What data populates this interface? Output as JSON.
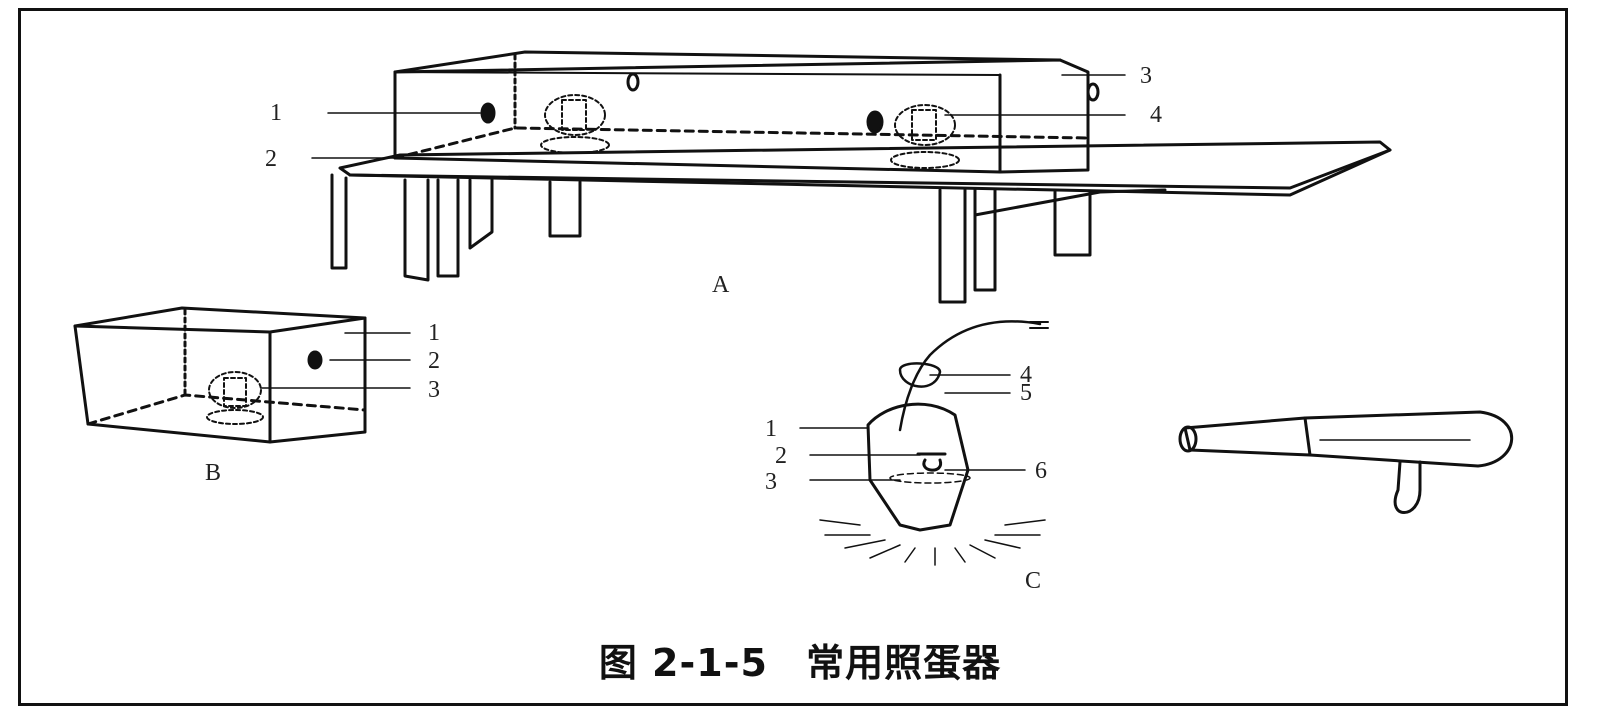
{
  "caption": {
    "figure_number": "图 2-1-5",
    "title": "常用照蛋器"
  },
  "panels": {
    "A": {
      "letter": "A",
      "labels": [
        "1",
        "2",
        "3",
        "4"
      ]
    },
    "B": {
      "letter": "B",
      "labels": [
        "1",
        "2",
        "3"
      ]
    },
    "C": {
      "letter": "C",
      "labels": [
        "1",
        "2",
        "3",
        "4",
        "5",
        "6"
      ]
    }
  }
}
